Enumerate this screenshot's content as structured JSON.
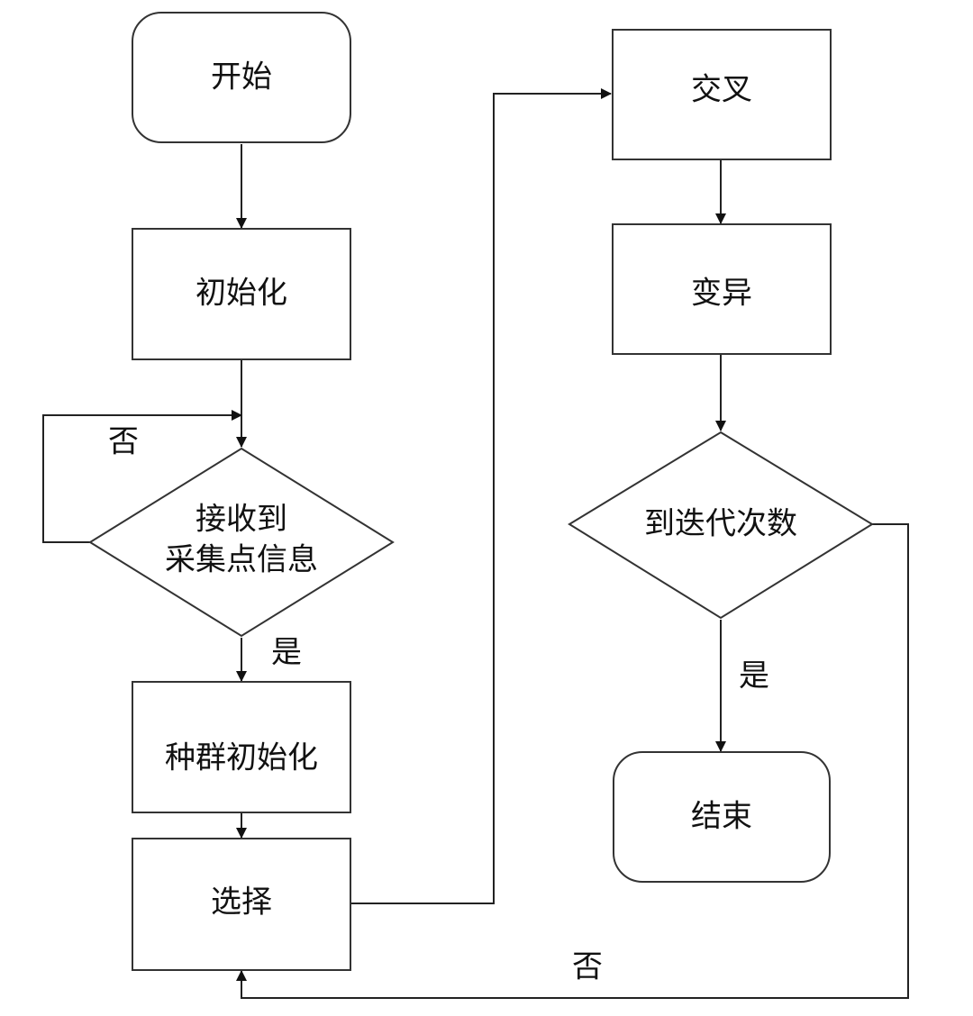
{
  "nodes": {
    "start": "开始",
    "init": "初始化",
    "receive_line1": "接收到",
    "receive_line2": "采集点信息",
    "pop_init": "种群初始化",
    "select": "选择",
    "crossover": "交叉",
    "mutation": "变异",
    "iter_check": "到迭代次数",
    "end": "结束"
  },
  "edge_labels": {
    "receive_no": "否",
    "receive_yes": "是",
    "iter_yes": "是",
    "iter_no": "否"
  },
  "colors": {
    "stroke": "#333333",
    "fill": "#ffffff",
    "text": "#111111"
  }
}
